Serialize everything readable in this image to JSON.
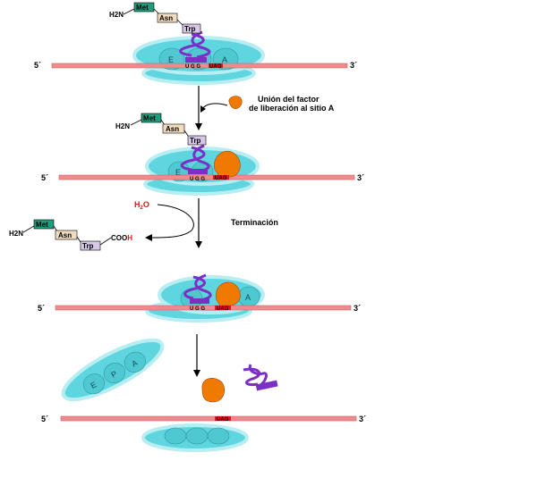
{
  "colors": {
    "ribosome": "#5fd6df",
    "ribosome_glow": "#c8f3f6",
    "mrna": "#f08a8c",
    "trna": "#7b2fc4",
    "release_factor": "#f07a00",
    "met": "#1f9c7c",
    "asn": "#f2dcc0",
    "trp": "#d8c8e8",
    "stop": "#e0141c"
  },
  "labels": {
    "release_step": "Unión del factor\nde liberación al sitio A",
    "termination": "Terminación",
    "water": "H2O",
    "amino": "H2N",
    "carboxyl_c": "COO",
    "carboxyl_h": "H",
    "five_prime": "5´",
    "three_prime": "3´"
  },
  "amino_acids": [
    "Met",
    "Asn",
    "Trp"
  ],
  "sites": [
    "E",
    "P",
    "A"
  ],
  "codon_ugg": [
    "U",
    "G",
    "G"
  ],
  "codon_stop": [
    "U",
    "A",
    "G"
  ]
}
